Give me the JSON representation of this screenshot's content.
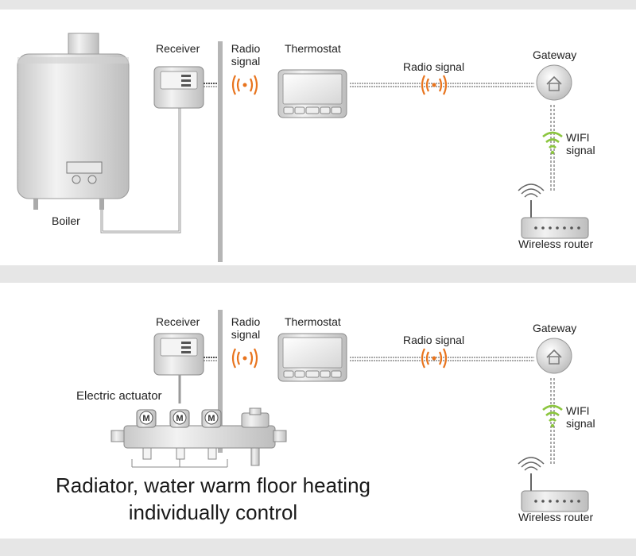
{
  "top": {
    "receiver": "Receiver",
    "radio_left": "Radio\nsignal",
    "thermostat": "Thermostat",
    "radio_mid": "Radio signal",
    "gateway": "Gateway",
    "wifi": "WIFI\nsignal",
    "boiler": "Boiler",
    "router": "Wireless router"
  },
  "bottom": {
    "receiver": "Receiver",
    "radio_left": "Radio\nsignal",
    "thermostat": "Thermostat",
    "radio_mid": "Radio signal",
    "gateway": "Gateway",
    "wifi": "WIFI\nsignal",
    "actuator": "Electric actuator",
    "router": "Wireless router",
    "valve_letter": "M",
    "caption_line1": "Radiator, water warm floor heating",
    "caption_line2": "individually control"
  },
  "colors": {
    "radio": "#e8741e",
    "wifi": "#8cc63f",
    "device": "#d9d9d9",
    "outline": "#8a8a8a",
    "panel_bg": "#ffffff",
    "page_bg": "#e6e6e6"
  },
  "icons": {
    "radio": "radio-waves-icon",
    "wifi": "wifi-icon",
    "gateway": "house-icon"
  }
}
